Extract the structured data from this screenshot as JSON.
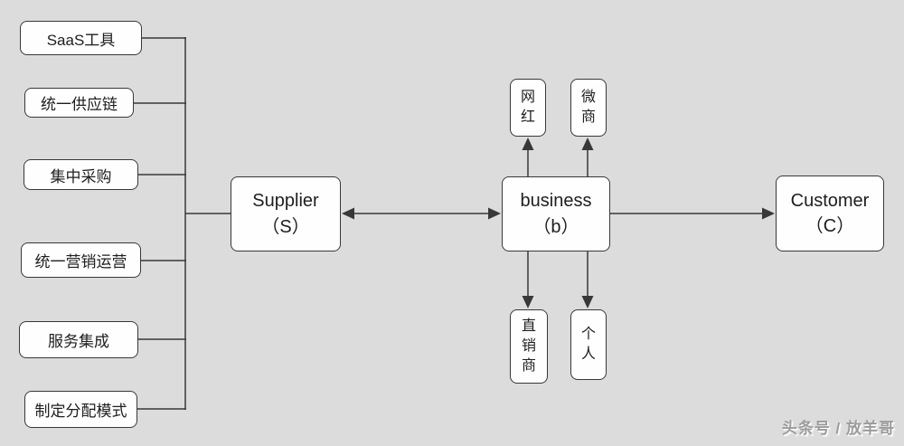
{
  "diagram": {
    "features": [
      {
        "label": "SaaS工具"
      },
      {
        "label": "统一供应链"
      },
      {
        "label": "集中采购"
      },
      {
        "label": "统一营销运营"
      },
      {
        "label": "服务集成"
      },
      {
        "label": "制定分配模式"
      }
    ],
    "nodes": {
      "supplier": {
        "name": "Supplier",
        "sub": "（S）"
      },
      "business": {
        "name": "business",
        "sub": "（b）"
      },
      "customer": {
        "name": "Customer",
        "sub": "（C）"
      }
    },
    "top_channels": [
      {
        "label": "网红"
      },
      {
        "label": "微商"
      }
    ],
    "bottom_channels": [
      {
        "label": "直销商"
      },
      {
        "label": "个人"
      }
    ]
  },
  "watermark": {
    "text": "头条号 / 放羊哥"
  },
  "colors": {
    "background": "#dcdcdc",
    "node_fill": "#fefefe",
    "node_border": "#383838",
    "connector": "#383838",
    "text": "#1e1e1e",
    "watermark_text": "#9b9b9b"
  }
}
